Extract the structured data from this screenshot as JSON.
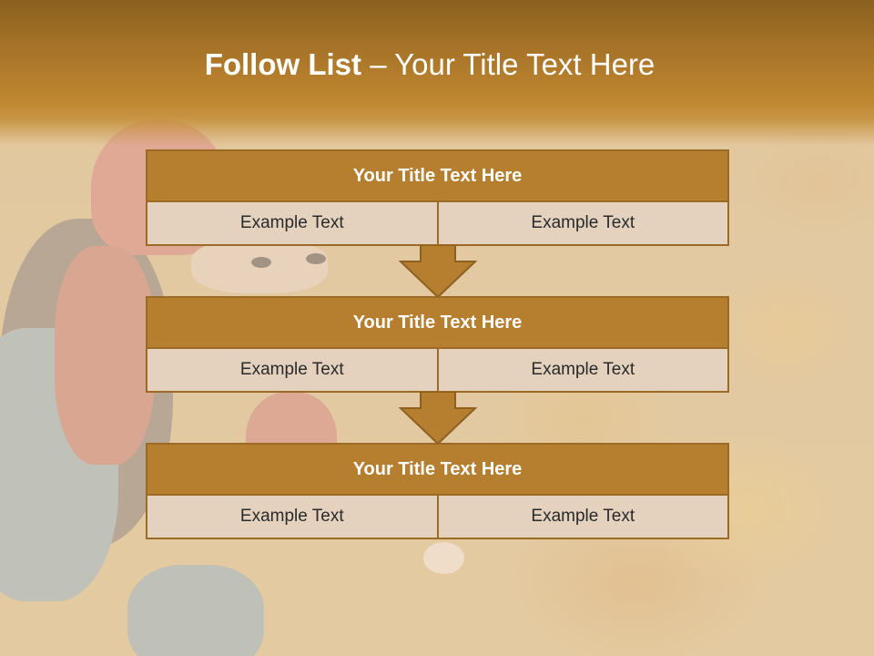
{
  "slide": {
    "title_bold": "Follow List",
    "title_rest": " – Your Title Text Here"
  },
  "blocks": [
    {
      "title": "Your Title Text Here",
      "left": "Example Text",
      "right": "Example Text"
    },
    {
      "title": "Your Title Text Here",
      "left": "Example Text",
      "right": "Example Text"
    },
    {
      "title": "Your Title Text Here",
      "left": "Example Text",
      "right": "Example Text"
    }
  ],
  "colors": {
    "header_fill": "#b67f2f",
    "border": "#9b6a24",
    "cell_fill": "#e4d2bf",
    "banner": "#a87428"
  },
  "icons": [
    "arrow-down-icon"
  ]
}
